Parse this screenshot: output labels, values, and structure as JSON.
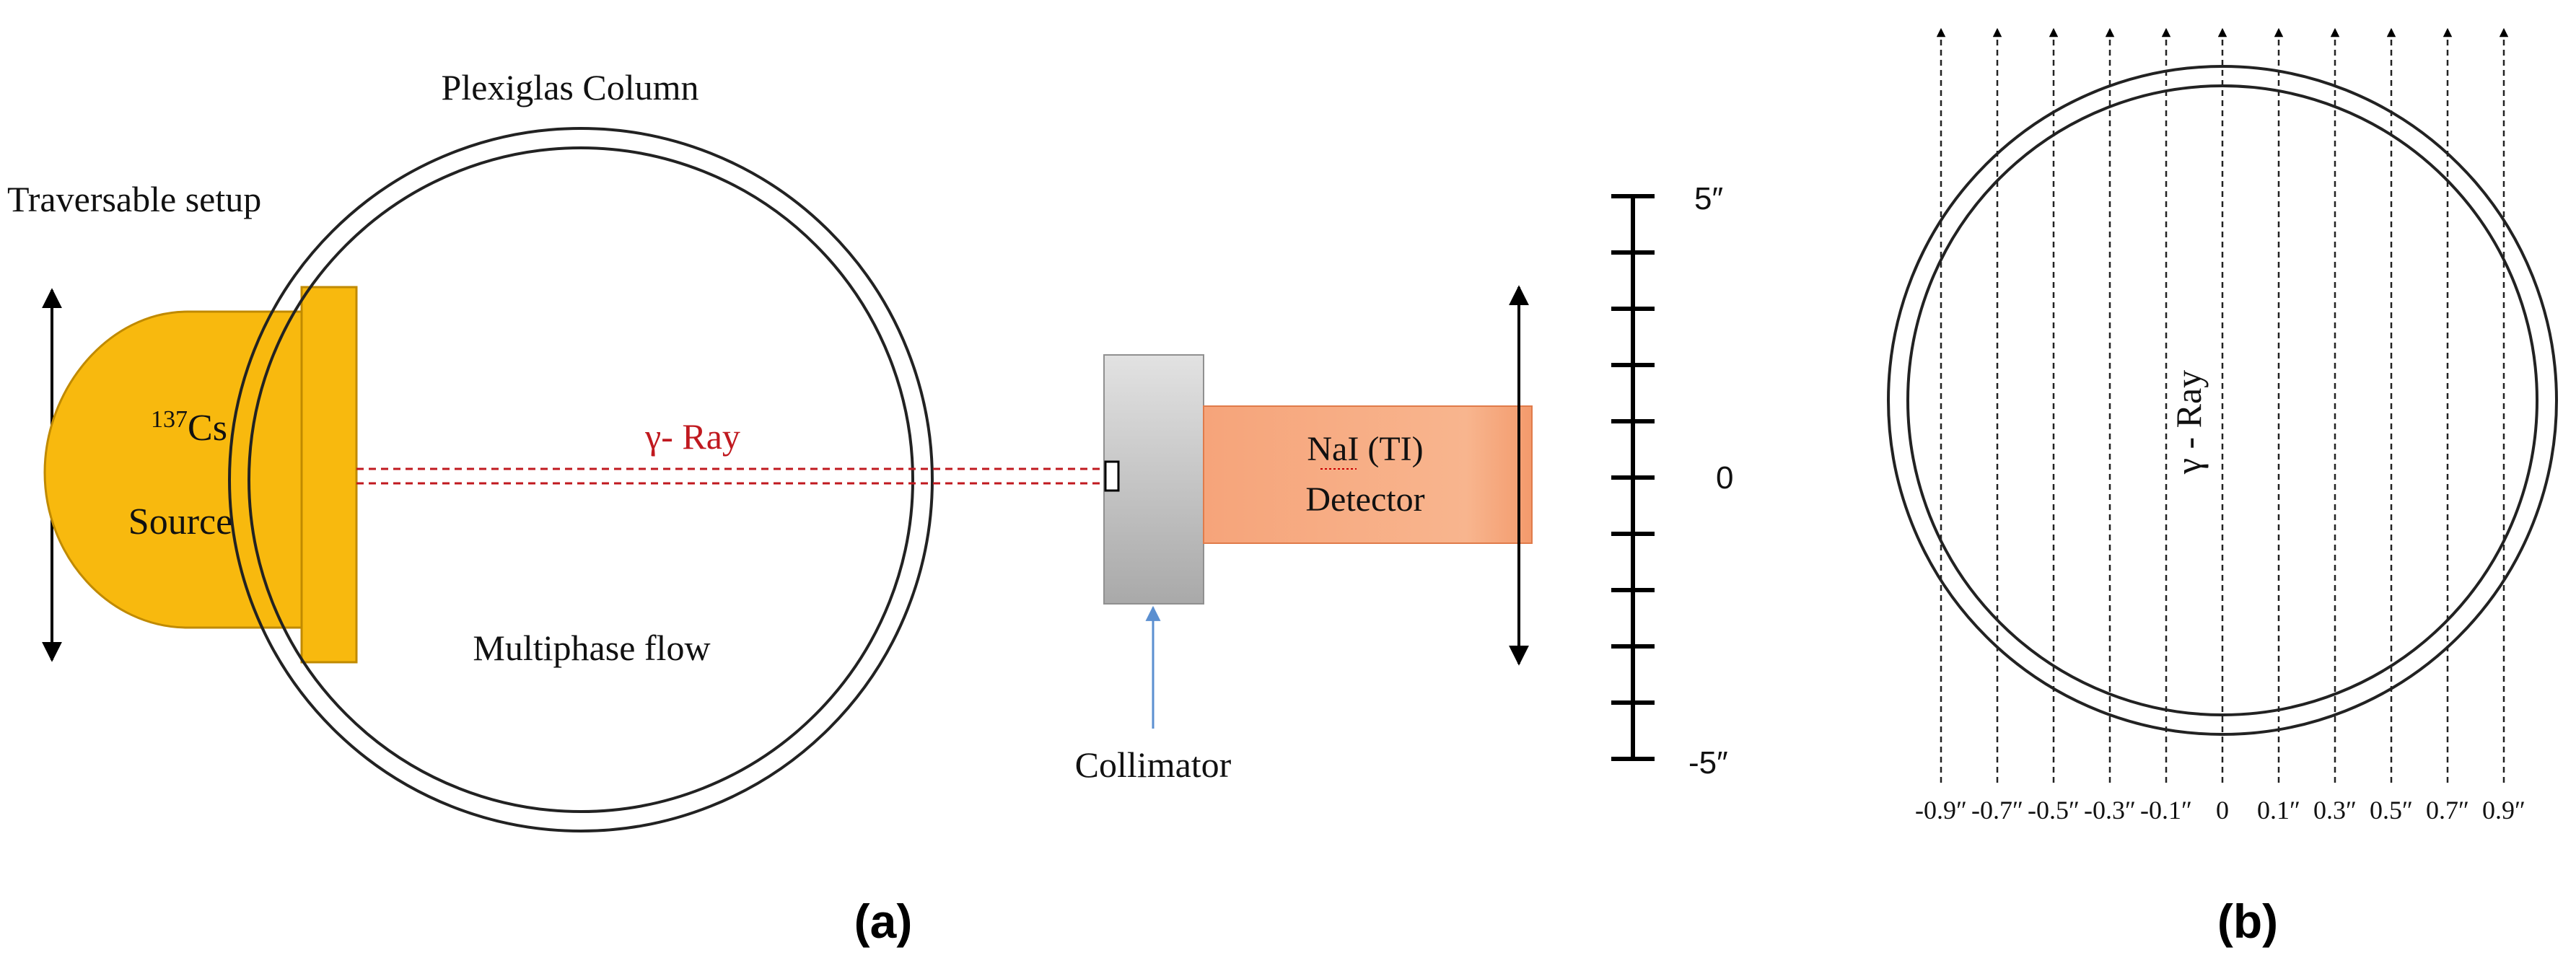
{
  "panel_a": {
    "column_title": "Plexiglas Column",
    "setup_label": "Traversable setup",
    "source_isotope_mass": "137",
    "source_isotope_symbol": "Cs",
    "source_word": "Source",
    "ray_label": "γ- Ray",
    "flow_label": "Multiphase flow",
    "collimator_label": "Collimator",
    "detector_line1": "NaI (TI)",
    "detector_line2": "Detector",
    "scale_top": "5″",
    "scale_mid": "0",
    "scale_bottom": "-5″",
    "caption": "(a)"
  },
  "panel_b": {
    "ray_label": "γ - Ray",
    "tick_labels": [
      "-0.9″",
      "-0.7″",
      "-0.5″",
      "-0.3″",
      "-0.1″",
      "0",
      "0.1″",
      "0.3″",
      "0.5″",
      "0.7″",
      "0.9″"
    ],
    "caption": "(b)"
  },
  "colors": {
    "source": "#f8b90e",
    "source_edge": "#c08a00",
    "detector": "#f6a47a",
    "detector_edge": "#e07b4a",
    "ray": "#c0191f",
    "arrow_blue": "#5b8fd0",
    "collimator_light": "#e2e2e2",
    "collimator_dark": "#a9a9a9"
  }
}
